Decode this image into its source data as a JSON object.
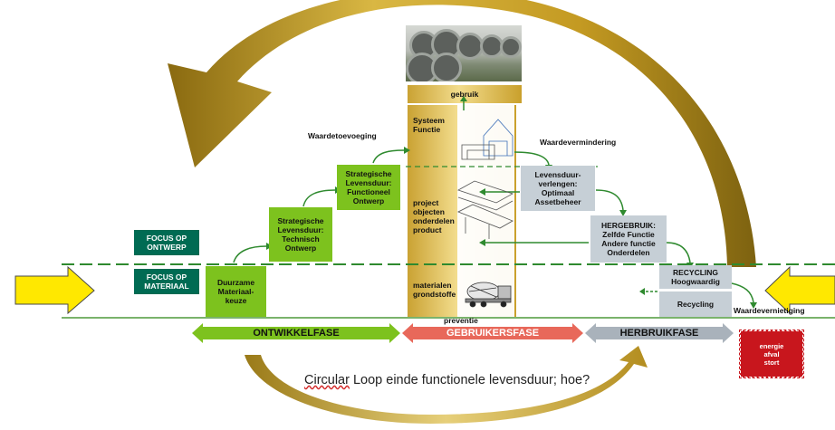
{
  "boxes": {
    "focus_ontwerp": "FOCUS OP\nONTWERP",
    "focus_materiaal": "FOCUS OP\nMATERIAAL",
    "duurzame": "Duurzame\nMateriaal-\nkeuze",
    "technisch": "Strategische\nLevensduur:\nTechnisch\nOntwerp",
    "functioneel": "Strategische\nLevensduur:\nFunctioneel\nOntwerp",
    "levensduur": "Levensduur-\nverlengen:\nOptimaal\nAssetbeheer",
    "hergebruik": "HERGEBRUIK:\nZelfde Functie\nAndere functie\nOnderdelen",
    "recycling_hoog": "RECYCLING\nHoogwaardig",
    "recycling": "Recycling"
  },
  "column": {
    "gebruik": "gebruik",
    "systeem": "Systeem\nFunctie",
    "project": "project\nobjecten\nonderdelen\nproduct",
    "materialen": "materialen\ngrondstoffe"
  },
  "labels": {
    "waardetoevoeging": "Waardetoevoeging",
    "waardevermindering": "Waardevermindering",
    "waardevernietiging": "Waardevernietiging",
    "preventie": "preventie"
  },
  "phases": {
    "ontwikkel": "ONTWIKKELFASE",
    "gebruikers": "GEBRUIKERSFASE",
    "herbruik": "HERBRUIKFASE"
  },
  "energy": "energie\nafval\nstort",
  "title": {
    "underlined": "Circular",
    "rest": " Loop einde functionele levensduur; hoe?"
  },
  "colors": {
    "green": "#7dc21e",
    "dark_green": "#006b53",
    "grey": "#c6cfd6",
    "gold": "#c9a227",
    "red": "#c8161d",
    "salmon": "#e8685a",
    "yellow": "#ffe800"
  }
}
